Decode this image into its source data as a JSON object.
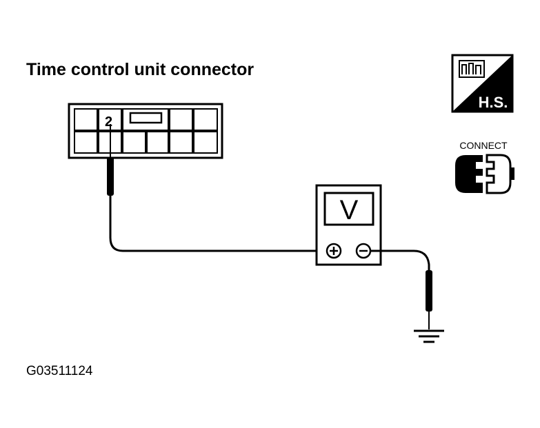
{
  "diagram": {
    "title": "Time control unit connector",
    "pin_label": "2",
    "meter_label": "V",
    "plus_symbol": "⊕",
    "minus_symbol": "⊖",
    "badge_label": "H.S.",
    "connect_label": "CONNECT",
    "figure_code": "G03511124"
  }
}
